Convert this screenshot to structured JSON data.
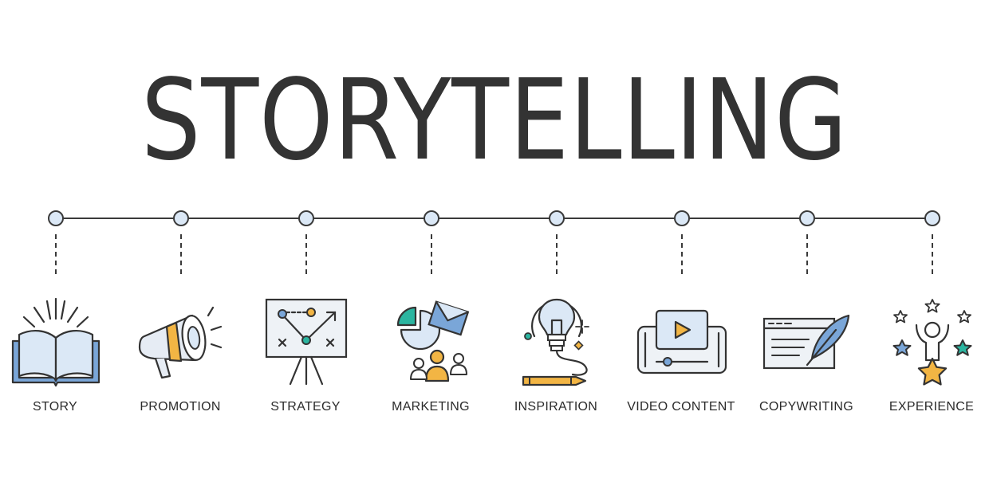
{
  "title": "STORYTELLING",
  "colors": {
    "line": "#3a3a3a",
    "node_fill": "#dbe8f6",
    "accent_blue": "#7aa6d8",
    "accent_teal": "#2bb5a0",
    "accent_orange": "#f2b544",
    "text": "#333333"
  },
  "steps": [
    {
      "label": "STORY",
      "icon": "open-book-icon"
    },
    {
      "label": "PROMOTION",
      "icon": "megaphone-icon"
    },
    {
      "label": "STRATEGY",
      "icon": "strategy-board-icon"
    },
    {
      "label": "MARKETING",
      "icon": "marketing-icon"
    },
    {
      "label": "INSPIRATION",
      "icon": "lightbulb-pencil-icon"
    },
    {
      "label": "VIDEO CONTENT",
      "icon": "video-player-icon"
    },
    {
      "label": "COPYWRITING",
      "icon": "quill-page-icon"
    },
    {
      "label": "EXPERIENCE",
      "icon": "person-stars-icon"
    }
  ]
}
